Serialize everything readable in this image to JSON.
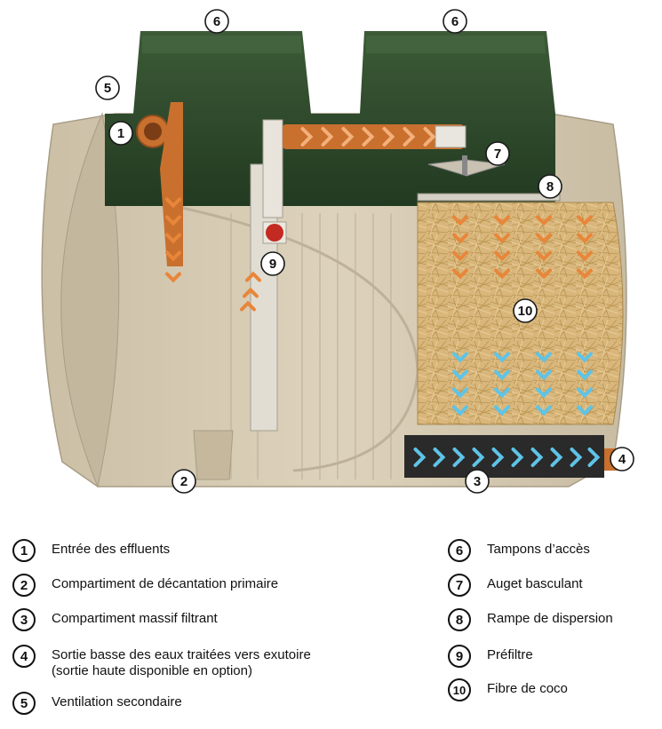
{
  "diagram": {
    "markers": [
      {
        "id": "1",
        "label": "1"
      },
      {
        "id": "2",
        "label": "2"
      },
      {
        "id": "3",
        "label": "3"
      },
      {
        "id": "4",
        "label": "4"
      },
      {
        "id": "5",
        "label": "5"
      },
      {
        "id": "6a",
        "label": "6"
      },
      {
        "id": "6b",
        "label": "6"
      },
      {
        "id": "7",
        "label": "7"
      },
      {
        "id": "8",
        "label": "8"
      },
      {
        "id": "9",
        "label": "9"
      },
      {
        "id": "10",
        "label": "10"
      }
    ],
    "colors": {
      "tank_beige": "#d8ccb4",
      "tank_green": "#2f4a2c",
      "pipe_orange": "#c9702e",
      "arrow_orange": "#e8863a",
      "arrow_blue": "#5ec4e8",
      "coco_fibre": "#d9b77c"
    }
  },
  "legend": {
    "left": [
      {
        "num": "1",
        "text": "Entrée des effluents",
        "sub": ""
      },
      {
        "num": "2",
        "text": "Compartiment de décantation primaire",
        "sub": ""
      },
      {
        "num": "3",
        "text": "Compartiment massif filtrant",
        "sub": ""
      },
      {
        "num": "4",
        "text": "Sortie basse des eaux traitées vers exutoire",
        "sub": "(sortie haute disponible en option)"
      },
      {
        "num": "5",
        "text": "Ventilation secondaire",
        "sub": ""
      }
    ],
    "right": [
      {
        "num": "6",
        "text": "Tampons d’accès"
      },
      {
        "num": "7",
        "text": "Auget basculant"
      },
      {
        "num": "8",
        "text": "Rampe de dispersion"
      },
      {
        "num": "9",
        "text": "Préfiltre"
      },
      {
        "num": "10",
        "text": "Fibre de coco"
      }
    ]
  }
}
